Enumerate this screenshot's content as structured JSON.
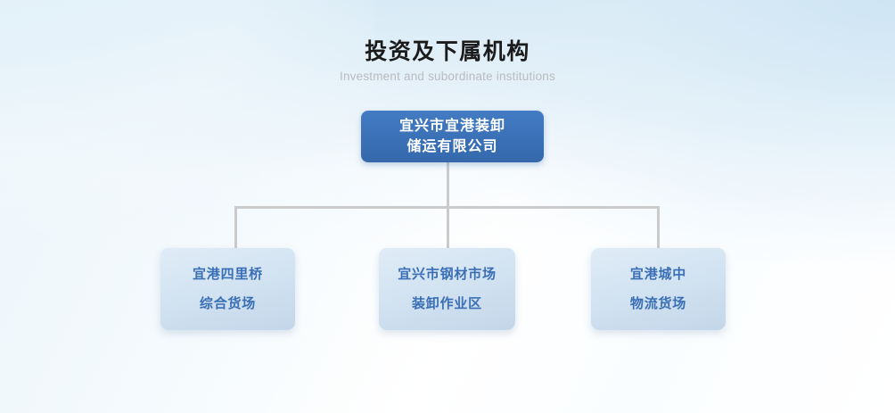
{
  "header": {
    "title": "投资及下属机构",
    "subtitle": "Investment and subordinate institutions"
  },
  "colors": {
    "root_node_blue": "#3a70b6",
    "child_node_fill": "#d4e4f2",
    "child_node_text": "#3a6fb5",
    "connector_gray": "#cbcbcb",
    "title_text": "#1b1b1b",
    "subtitle_text": "#b9bcc0",
    "background_tint": "#e3eef7"
  },
  "chart_data": {
    "type": "diagram",
    "diagram_kind": "organization-chart",
    "title": "投资及下属机构",
    "subtitle": "Investment and subordinate institutions",
    "root": {
      "id": "root",
      "lines": [
        "宜兴市宜港装卸",
        "储运有限公司"
      ],
      "full_text": "宜兴市宜港装卸储运有限公司"
    },
    "children": [
      {
        "id": "child-0",
        "lines": [
          "宜港四里桥",
          "综合货场"
        ],
        "full_text": "宜港四里桥综合货场"
      },
      {
        "id": "child-1",
        "lines": [
          "宜兴市钢材市场",
          "装卸作业区"
        ],
        "full_text": "宜兴市钢材市场装卸作业区"
      },
      {
        "id": "child-2",
        "lines": [
          "宜港城中",
          "物流货场"
        ],
        "full_text": "宜港城中物流货场"
      }
    ],
    "edges": [
      {
        "from": "root",
        "to": "child-0"
      },
      {
        "from": "root",
        "to": "child-1"
      },
      {
        "from": "root",
        "to": "child-2"
      }
    ]
  }
}
